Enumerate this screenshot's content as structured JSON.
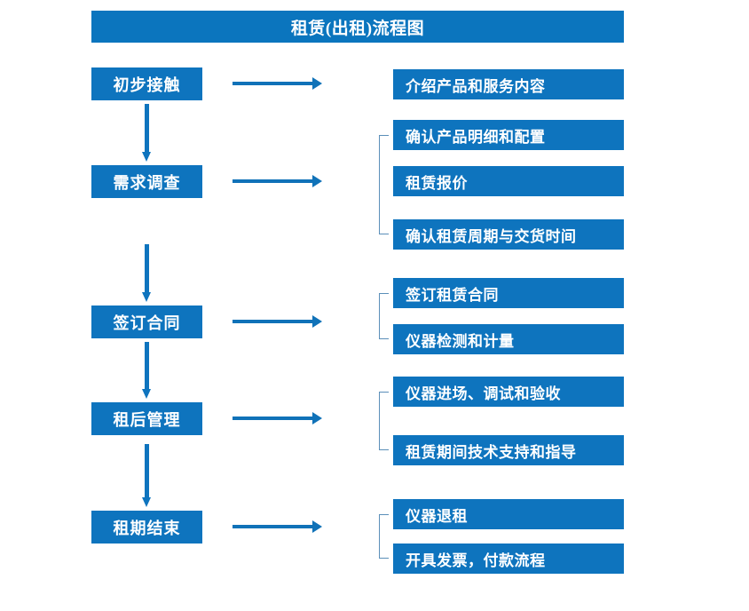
{
  "diagram": {
    "title": "租赁(出租)流程图",
    "colors": {
      "title_bar": "#0B75BE",
      "box_fill": "#0E74BE",
      "box_text": "#FFFFFF",
      "arrow": "#1072B8",
      "bracket": "#5B8FB9",
      "background": "#FFFFFF"
    },
    "stages": [
      {
        "label": "初步接触"
      },
      {
        "label": "需求调查"
      },
      {
        "label": "签订合同"
      },
      {
        "label": "租后管理"
      },
      {
        "label": "租期结束"
      }
    ],
    "details": [
      {
        "label": "介绍产品和服务内容"
      },
      {
        "label": "确认产品明细和配置"
      },
      {
        "label": "租赁报价"
      },
      {
        "label": "确认租赁周期与交货时间"
      },
      {
        "label": "签订租赁合同"
      },
      {
        "label": "仪器检测和计量"
      },
      {
        "label": "仪器进场、调试和验收"
      },
      {
        "label": "租赁期间技术支持和指导"
      },
      {
        "label": "仪器退租"
      },
      {
        "label": "开具发票，付款流程"
      }
    ]
  }
}
